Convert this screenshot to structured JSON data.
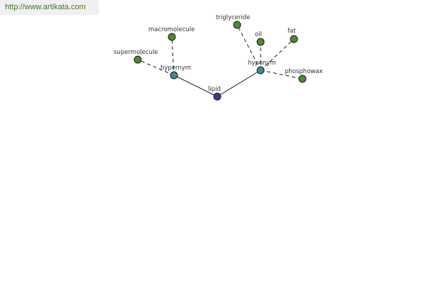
{
  "header": {
    "url": "http://www.artikata.com"
  },
  "colors": {
    "root_node": "#3b3f8f",
    "relation_node": "#3f8a8a",
    "leaf_node": "#4c8a3a",
    "link_text": "#4a6f2e"
  },
  "graph": {
    "root": {
      "label": "lipid"
    },
    "relations": [
      {
        "label": "hypernym"
      },
      {
        "label": "hyponym"
      }
    ],
    "leaves": [
      {
        "label": "macromolecule"
      },
      {
        "label": "supermolecule"
      },
      {
        "label": "triglyceride"
      },
      {
        "label": "oil"
      },
      {
        "label": "fat"
      },
      {
        "label": "phosphowax"
      }
    ]
  }
}
